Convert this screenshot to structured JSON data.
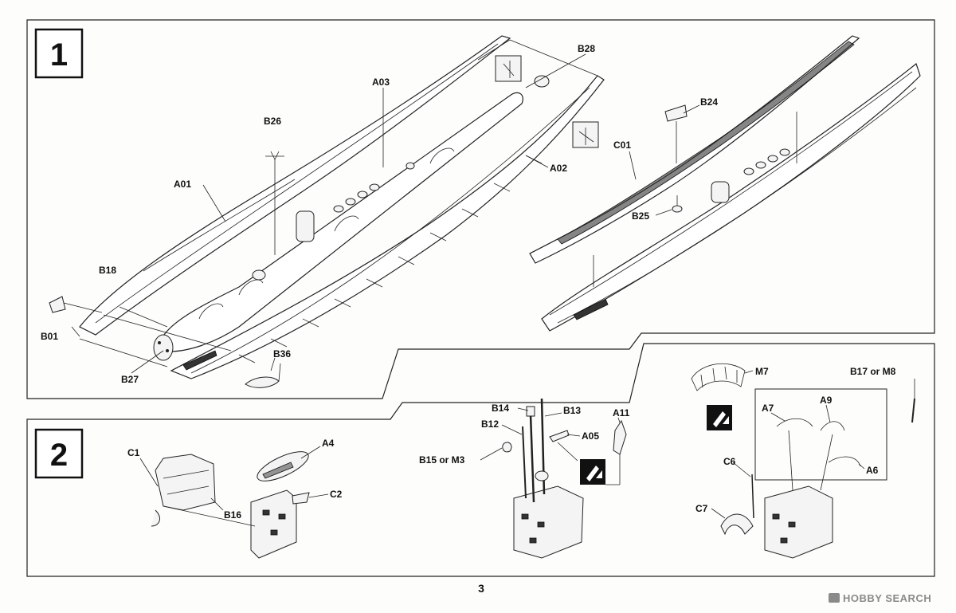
{
  "steps": [
    {
      "number": "1",
      "labels": [
        "B28",
        "A03",
        "B26",
        "A01",
        "A02",
        "B18",
        "B01",
        "B27",
        "B36",
        "B24",
        "C01",
        "B25"
      ]
    },
    {
      "number": "2",
      "labels": [
        "C1",
        "A4",
        "C2",
        "B16",
        "B14",
        "B13",
        "B12",
        "A11",
        "A05",
        "B15 or M3",
        "M7",
        "B17 or M8",
        "A7",
        "A9",
        "A6",
        "C6",
        "C7"
      ]
    }
  ],
  "page_number": "3",
  "watermark": "HOBBY SEARCH"
}
